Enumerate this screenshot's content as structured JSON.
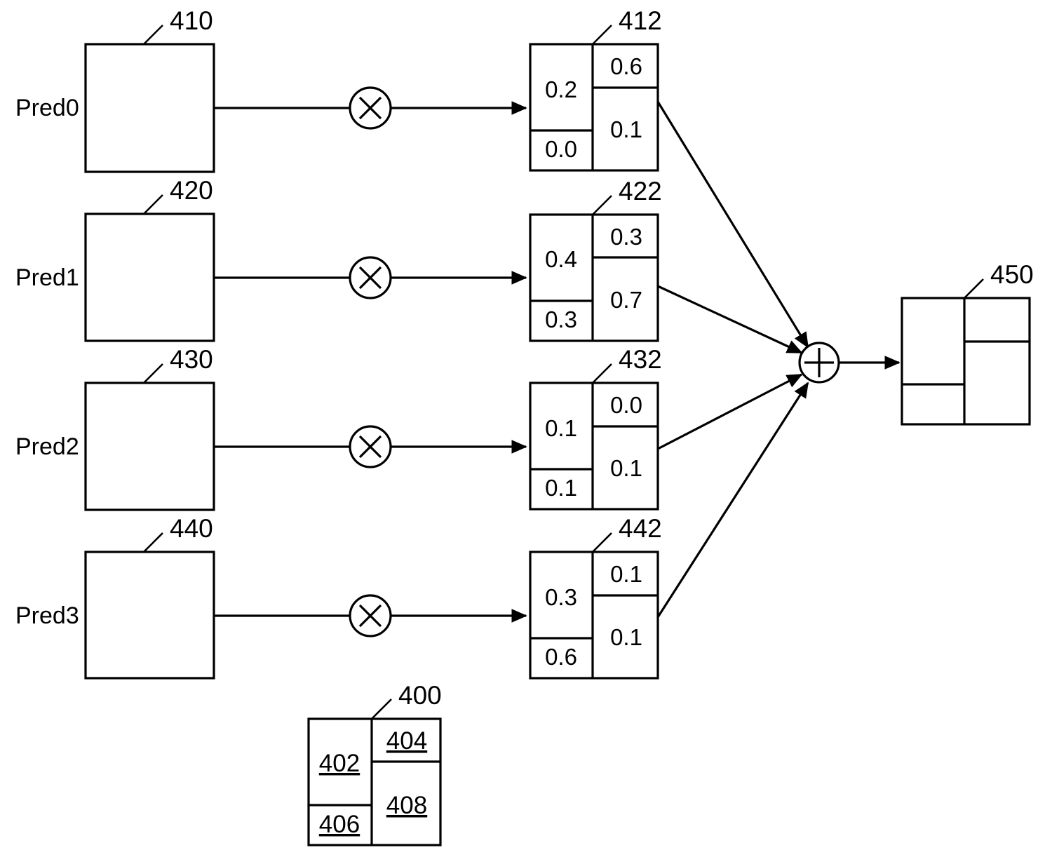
{
  "figure": {
    "title": "Weighted prediction combination diagram",
    "background_color": "#ffffff",
    "line_color": "#000000"
  },
  "predictors": [
    {
      "id": "pred0",
      "label": "Pred0",
      "block_ref": "410",
      "operator": "×",
      "weighted_block_ref": "412",
      "weights": {
        "top_left": "0.2",
        "bottom_left": "0.0",
        "top_right": "0.6",
        "bottom_right": "0.1"
      }
    },
    {
      "id": "pred1",
      "label": "Pred1",
      "block_ref": "420",
      "operator": "×",
      "weighted_block_ref": "422",
      "weights": {
        "top_left": "0.4",
        "bottom_left": "0.3",
        "top_right": "0.3",
        "bottom_right": "0.7"
      }
    },
    {
      "id": "pred2",
      "label": "Pred2",
      "block_ref": "430",
      "operator": "×",
      "weighted_block_ref": "432",
      "weights": {
        "top_left": "0.1",
        "bottom_left": "0.1",
        "top_right": "0.0",
        "bottom_right": "0.1"
      }
    },
    {
      "id": "pred3",
      "label": "Pred3",
      "block_ref": "440",
      "operator": "×",
      "weighted_block_ref": "442",
      "weights": {
        "top_left": "0.3",
        "bottom_left": "0.6",
        "top_right": "0.1",
        "bottom_right": "0.1"
      }
    }
  ],
  "adder": {
    "symbol": "+",
    "name": "summation-node"
  },
  "output": {
    "block_ref": "450",
    "partitions": [
      "",
      "",
      "",
      ""
    ]
  },
  "legend": {
    "block_ref": "400",
    "partitions": {
      "top_left": "402",
      "bottom_left": "406",
      "top_right": "404",
      "bottom_right": "408"
    }
  }
}
